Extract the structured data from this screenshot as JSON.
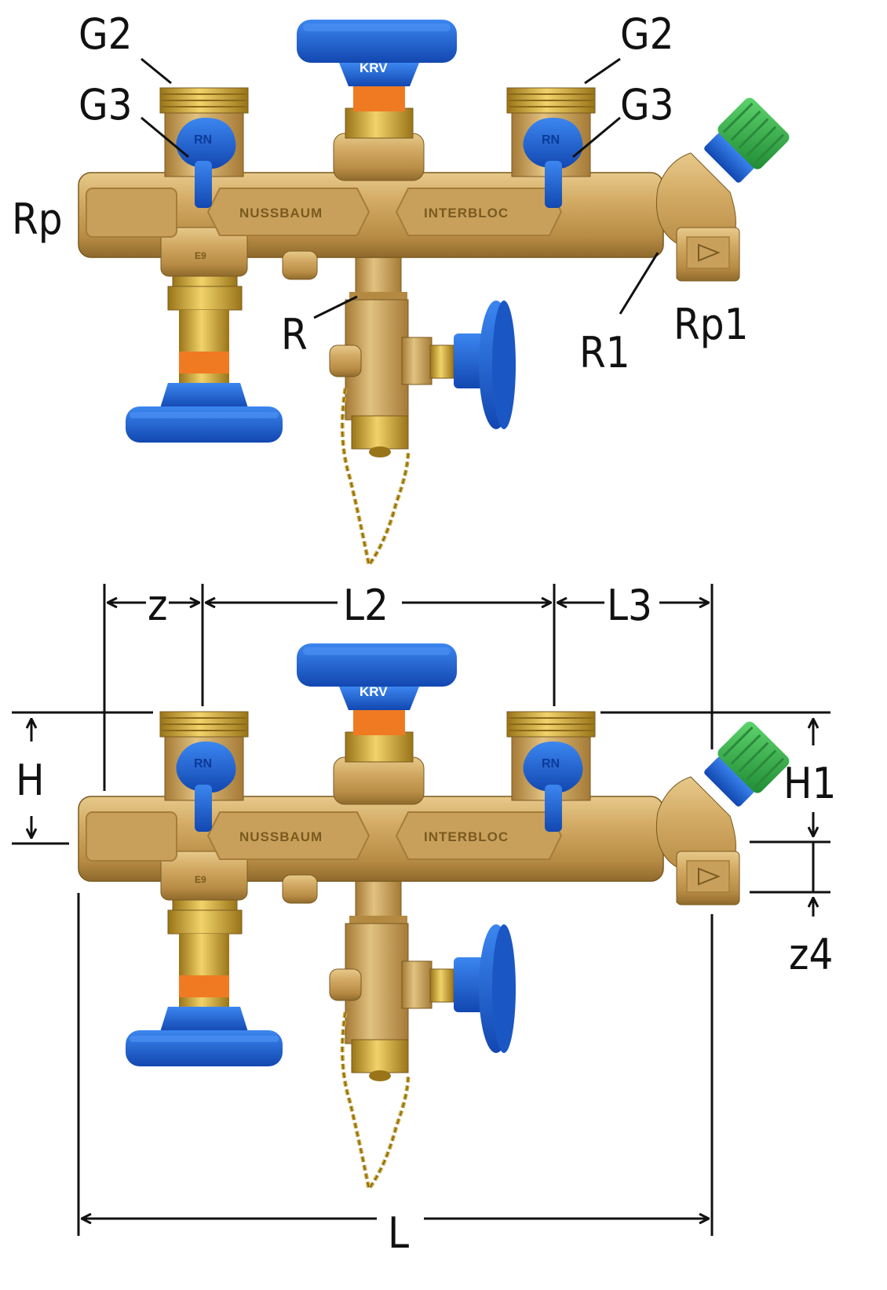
{
  "labels_top": {
    "g2_left": "G2",
    "g3_left": "G3",
    "g2_right": "G2",
    "g3_right": "G3",
    "rp": "Rp",
    "r": "R",
    "r1": "R1",
    "rp1": "Rp1"
  },
  "dimensions_bottom": {
    "z": "z",
    "l2": "L2",
    "l3": "L3",
    "h": "H",
    "h1": "H1",
    "z4": "z4",
    "l": "L"
  },
  "markings": {
    "krv": "KRV",
    "rn": "RN",
    "brand": "NUSSBAUM",
    "product": "INTERBLOC"
  },
  "colors": {
    "brass": "#c9a05a",
    "brass_dark": "#8f6a2c",
    "knob_blue": "#1f63d6",
    "orange_ring": "#f07a22",
    "green_cap": "#32b24a",
    "dimension_line": "#111111"
  }
}
